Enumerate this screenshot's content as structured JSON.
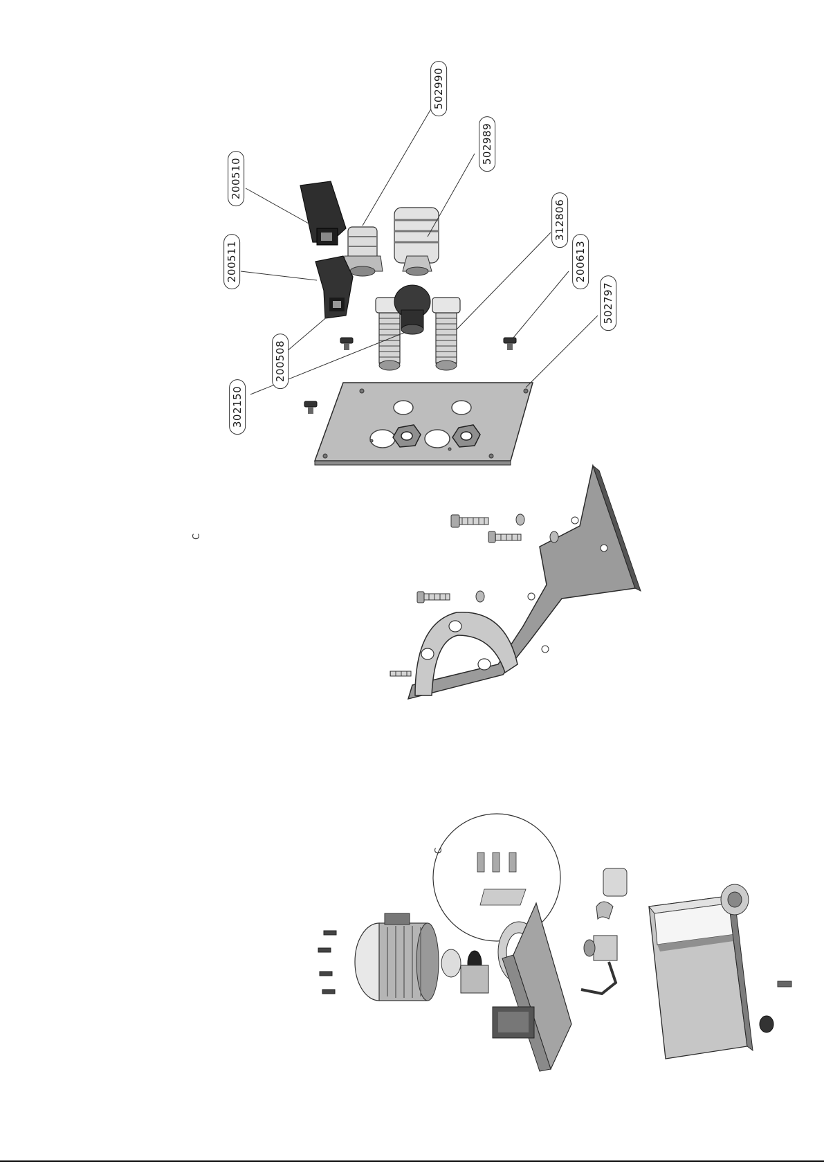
{
  "detail_view": {
    "letter": "C",
    "callouts": [
      "502990",
      "502989",
      "200510",
      "200511",
      "312806",
      "200613",
      "502797",
      "200508",
      "302150"
    ]
  },
  "overview": {
    "detail_letter": "C"
  },
  "colors": {
    "line": "#2b2b2b",
    "part_light": "#d9d9d9",
    "part_mid": "#a8a8a8",
    "part_dark": "#3a3a3a"
  }
}
